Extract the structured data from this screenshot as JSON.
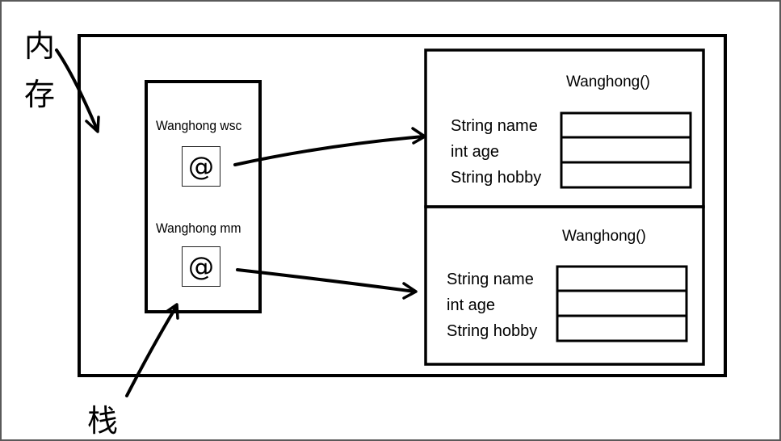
{
  "labels": {
    "memory_char_1": "内",
    "memory_char_2": "存",
    "stack": "栈"
  },
  "stack_vars": [
    {
      "label": "Wanghong wsc",
      "ref_symbol": "@"
    },
    {
      "label": "Wanghong mm",
      "ref_symbol": "@"
    }
  ],
  "heap_objects": [
    {
      "title": "Wanghong()",
      "fields": [
        "String name",
        "int age",
        "String hobby"
      ]
    },
    {
      "title": "Wanghong()",
      "fields": [
        "String name",
        "int age",
        "String hobby"
      ]
    }
  ]
}
